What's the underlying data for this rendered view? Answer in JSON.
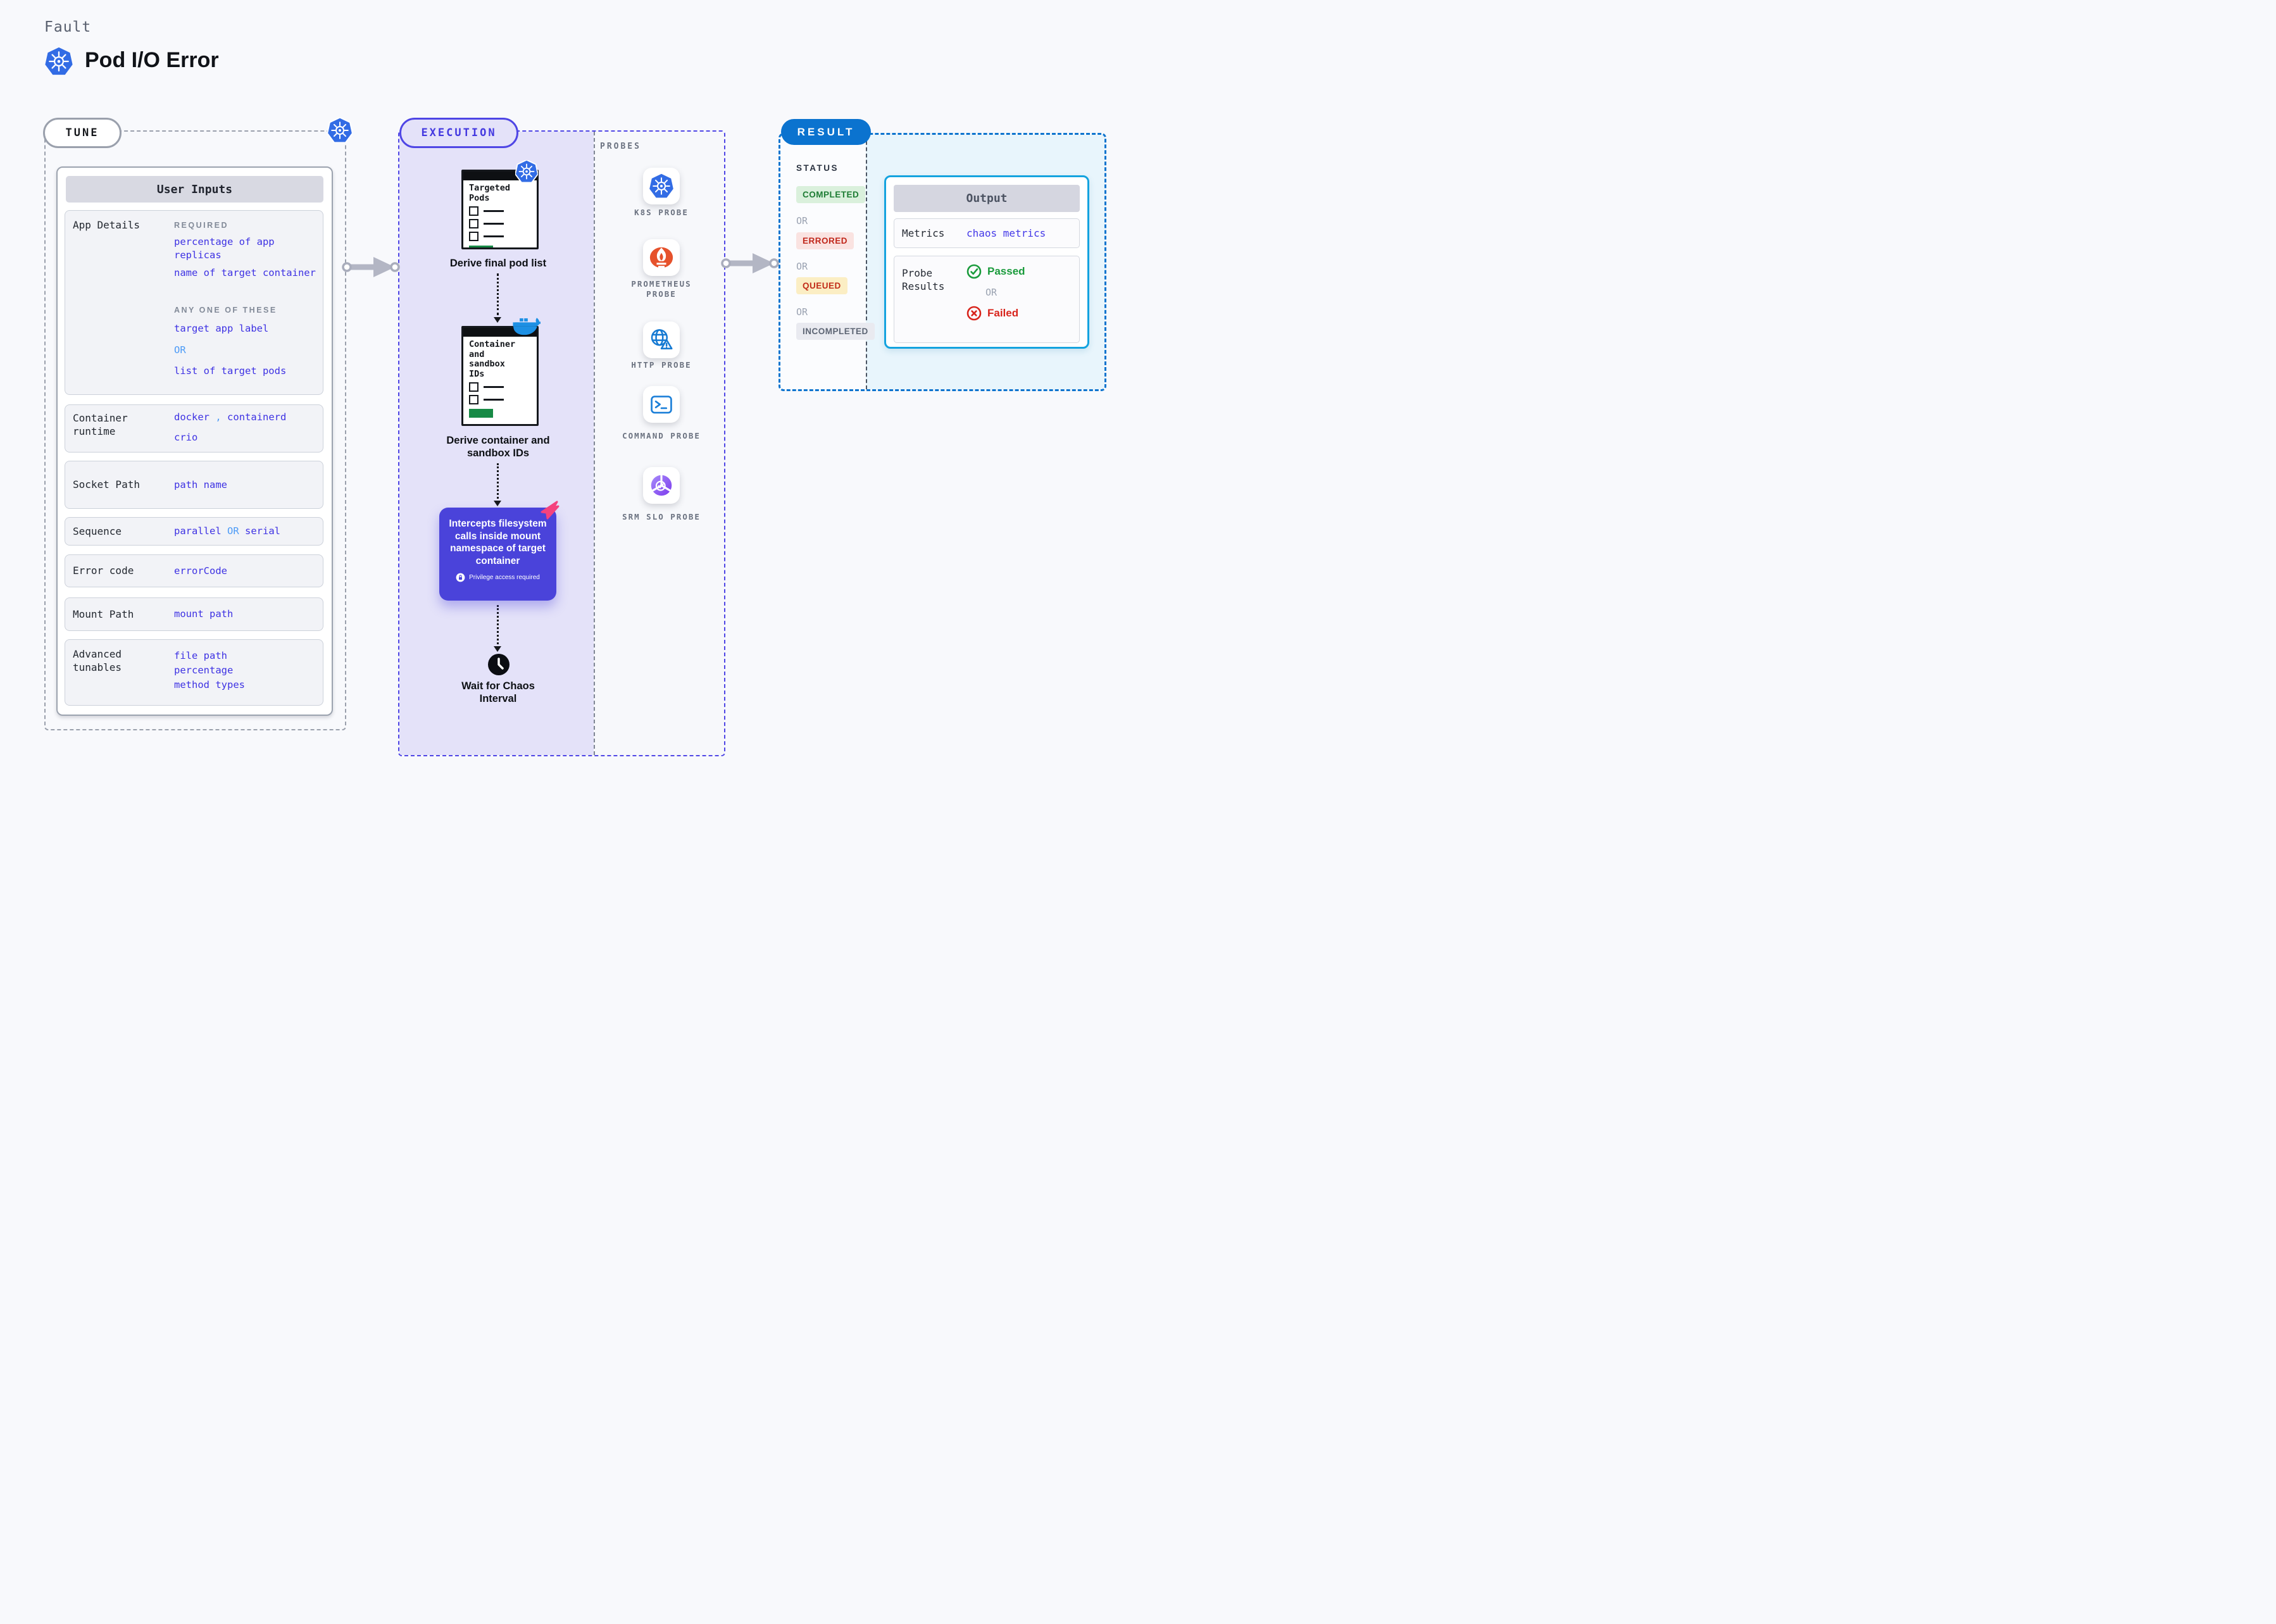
{
  "header": {
    "eyebrow": "Fault",
    "title": "Pod I/O Error"
  },
  "tune": {
    "pill": "TUNE",
    "panel_title": "User Inputs",
    "app_details": {
      "label": "App Details",
      "required_label": "REQUIRED",
      "required_item_1": "percentage of app replicas",
      "required_item_2": "name of target container",
      "any_one_label": "ANY ONE OF THESE",
      "any_item_1": "target app label",
      "any_or": "OR",
      "any_item_2": "list of target pods"
    },
    "runtime": {
      "label": "Container runtime",
      "v1a": "docker",
      "v1sep": ",",
      "v1b": "containerd",
      "v2": "crio"
    },
    "socket": {
      "label": "Socket Path",
      "value": "path name"
    },
    "sequence": {
      "label": "Sequence",
      "a": "parallel",
      "or": "OR",
      "b": "serial"
    },
    "error_code": {
      "label": "Error code",
      "value": "errorCode"
    },
    "mount": {
      "label": "Mount Path",
      "value": "mount path"
    },
    "advanced": {
      "label": "Advanced tunables",
      "i1": "file path",
      "i2": "percentage",
      "i3": "method types"
    }
  },
  "execution": {
    "pill": "EXECUTION",
    "node1": {
      "card_title": "Targeted Pods",
      "caption": "Derive final pod list"
    },
    "node2": {
      "card_title": "Container and sandbox IDs",
      "caption": "Derive container and sandbox IDs"
    },
    "intercept": {
      "text": "Intercepts filesystem calls inside mount namespace of target container",
      "note": "Privilege access required"
    },
    "wait_caption": "Wait for Chaos Interval",
    "probes": {
      "title": "PROBES",
      "items": [
        {
          "label": "K8S PROBE",
          "icon": "kubernetes-icon"
        },
        {
          "label": "PROMETHEUS PROBE",
          "icon": "prometheus-icon"
        },
        {
          "label": "HTTP PROBE",
          "icon": "globe-alert-icon"
        },
        {
          "label": "COMMAND PROBE",
          "icon": "terminal-icon"
        },
        {
          "label": "SRM SLO PROBE",
          "icon": "slo-check-icon"
        }
      ]
    }
  },
  "result": {
    "pill": "RESULT",
    "status_title": "STATUS",
    "or_label": "OR",
    "statuses": [
      {
        "label": "COMPLETED",
        "fg": "#1d7c33",
        "bg": "#daf0dc"
      },
      {
        "label": "ERRORED",
        "fg": "#c0271b",
        "bg": "#fae3e1"
      },
      {
        "label": "QUEUED",
        "fg": "#c22c19",
        "bg": "#fbeec4"
      },
      {
        "label": "INCOMPLETED",
        "fg": "#5d6574",
        "bg": "#e9eaf0"
      }
    ],
    "output": {
      "title": "Output",
      "metrics_label": "Metrics",
      "metrics_value": "chaos metrics",
      "probe_results_label": "Probe Results",
      "passed": "Passed",
      "or": "OR",
      "failed": "Failed"
    }
  },
  "colors": {
    "accent_indigo": "#4f46e5",
    "result_blue": "#0b73cf",
    "k8s_blue": "#326ce5",
    "value_blue": "#3d31e3",
    "or_blue": "#4d9bf7",
    "passed_green": "#1a9b3c",
    "failed_red": "#d8251d",
    "lavender": "#e4e2f9",
    "cyan_border": "#14a3df",
    "cyan_bg": "#e8f5fc",
    "purple_box": "#4a43da",
    "pink": "#f4427e",
    "prometheus_orange": "#e6522c",
    "docker_blue": "#1d90e4",
    "green_block": "#178a46"
  }
}
